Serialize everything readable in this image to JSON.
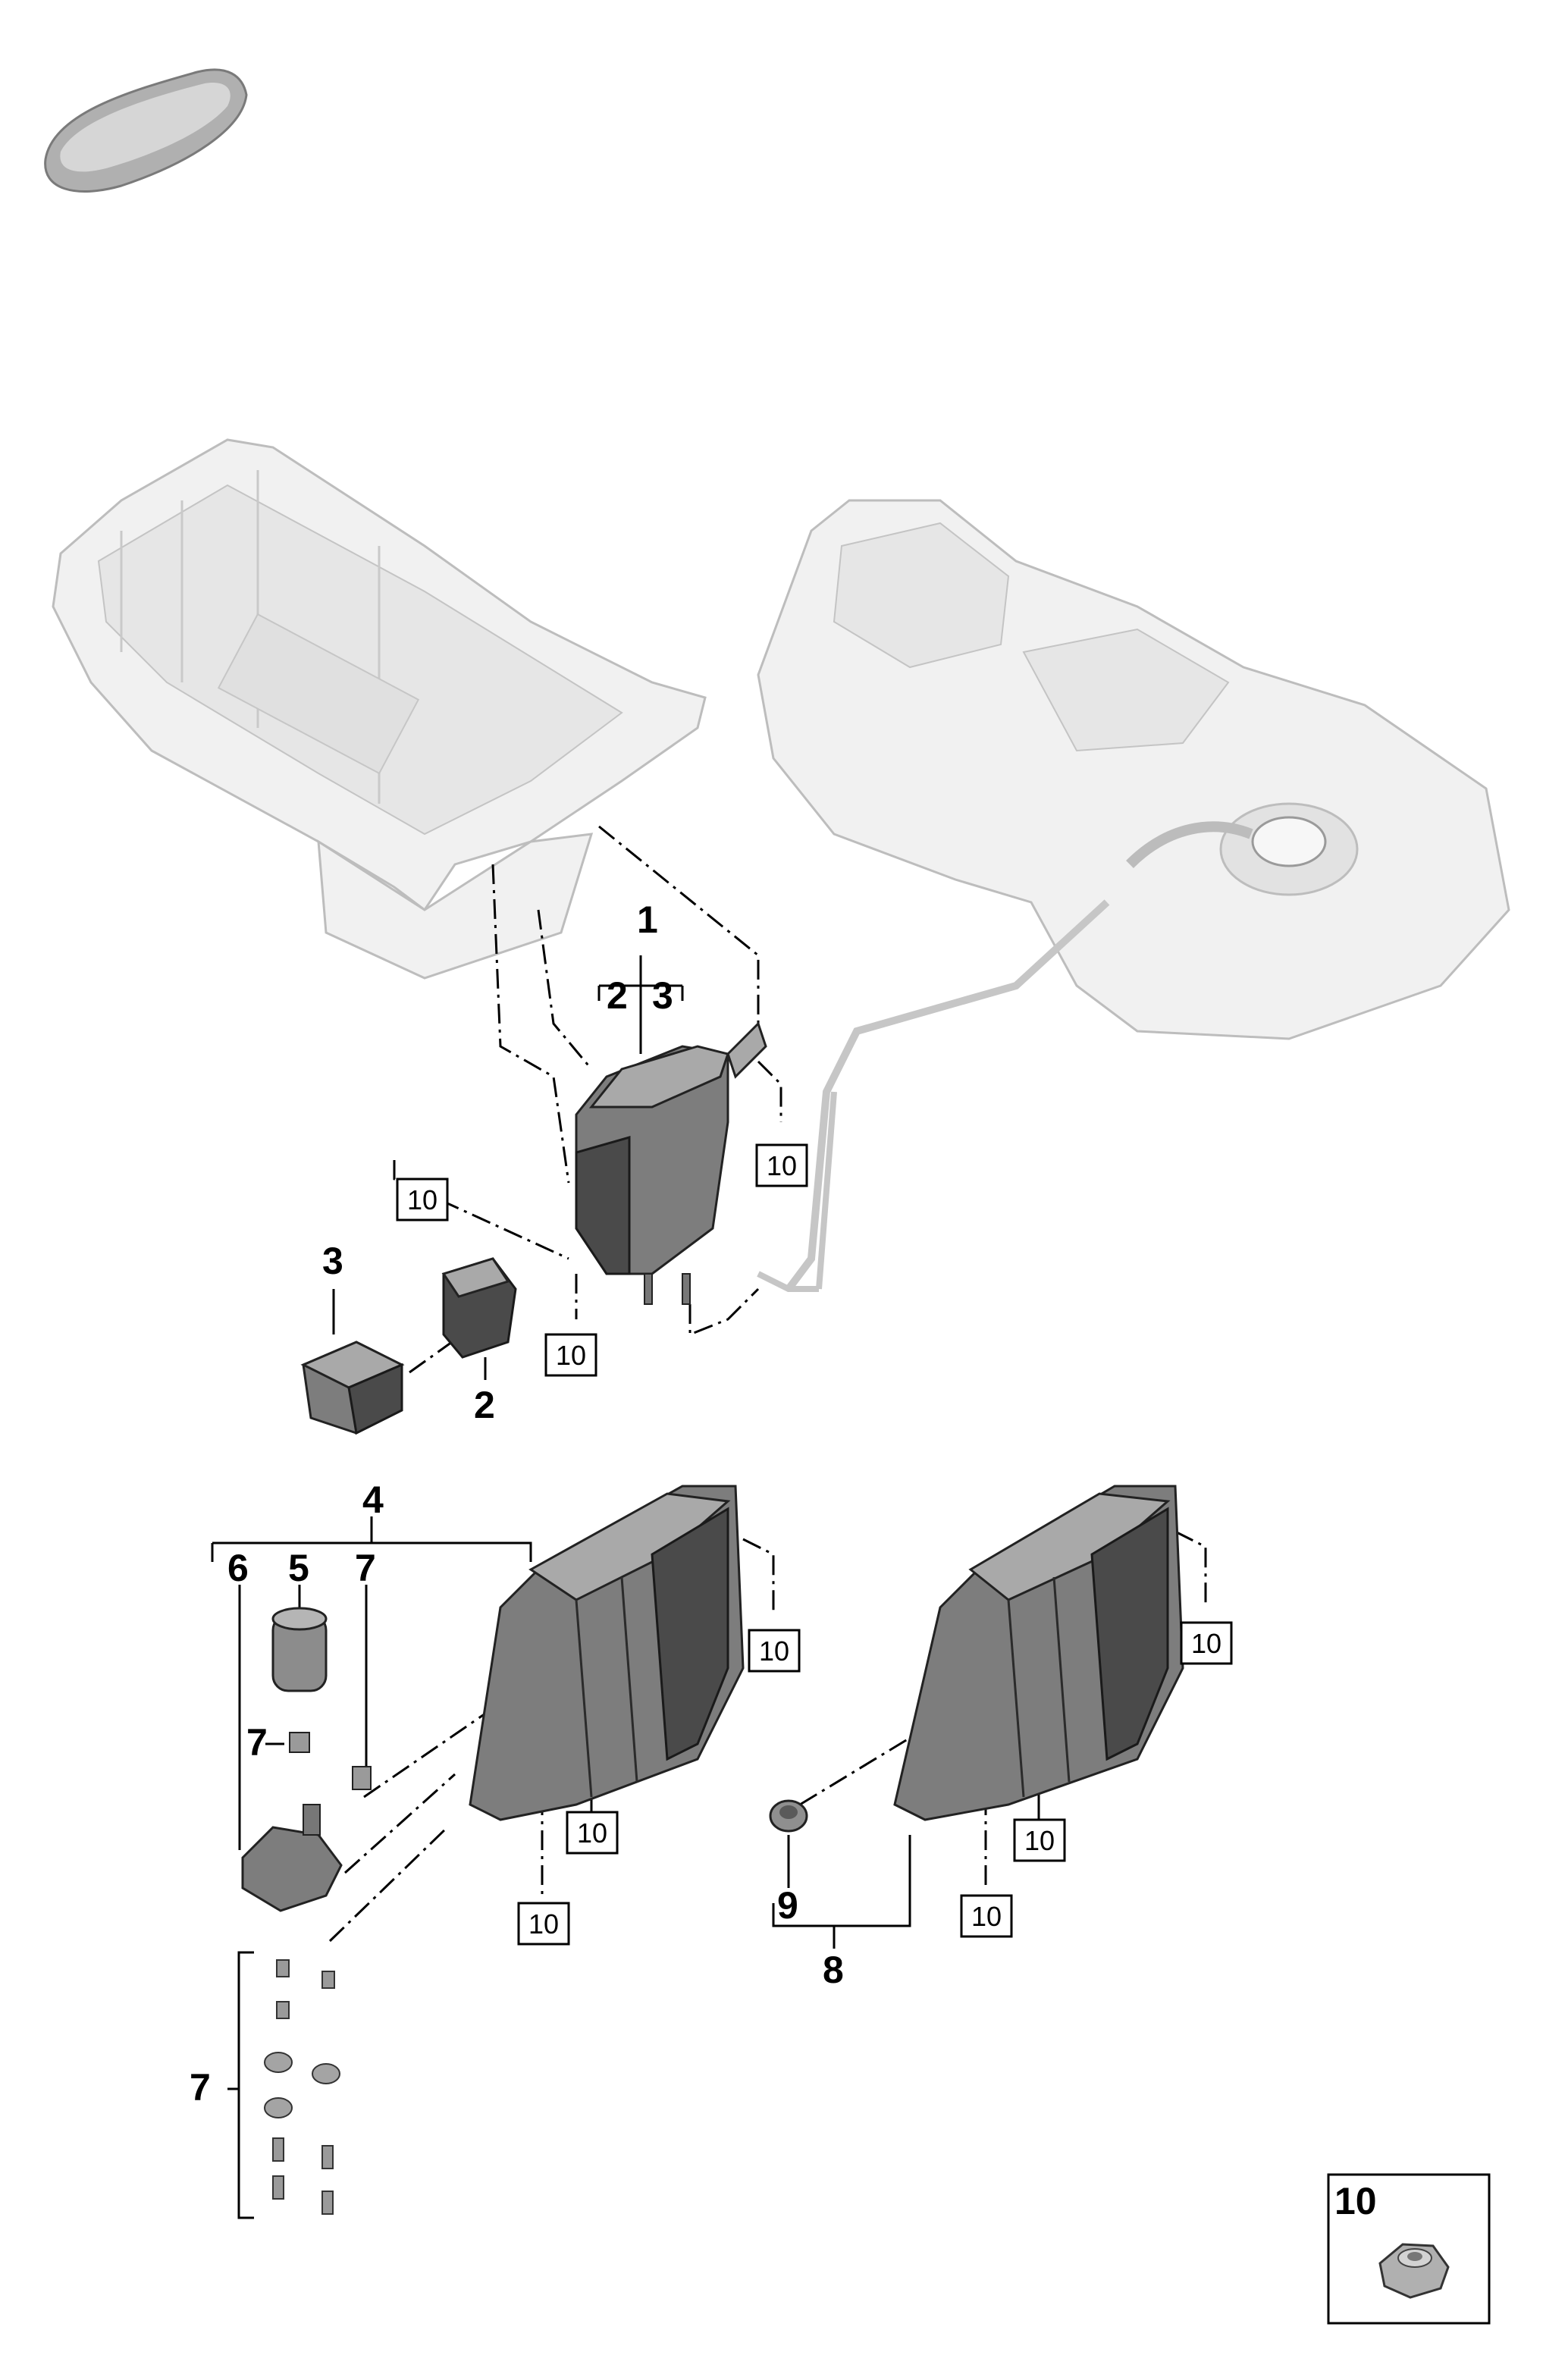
{
  "callouts": {
    "c1": "1",
    "c2a": "2",
    "c3a": "3",
    "c3b": "3",
    "c2b": "2",
    "c4": "4",
    "c6": "6",
    "c5": "5",
    "c7a": "7",
    "c7b": "7",
    "c9": "9",
    "c8": "8",
    "c7c": "7"
  },
  "ref_boxes": {
    "b1": "10",
    "b2": "10",
    "b3": "10",
    "b4": "10",
    "b5": "10",
    "b6": "10",
    "b7": "10",
    "b8": "10",
    "b9": "10"
  },
  "legend": {
    "number": "10"
  },
  "colors": {
    "part_dark": "#4a4a4a",
    "part_mid": "#7d7d7d",
    "ghost": "#f1f1f1"
  }
}
